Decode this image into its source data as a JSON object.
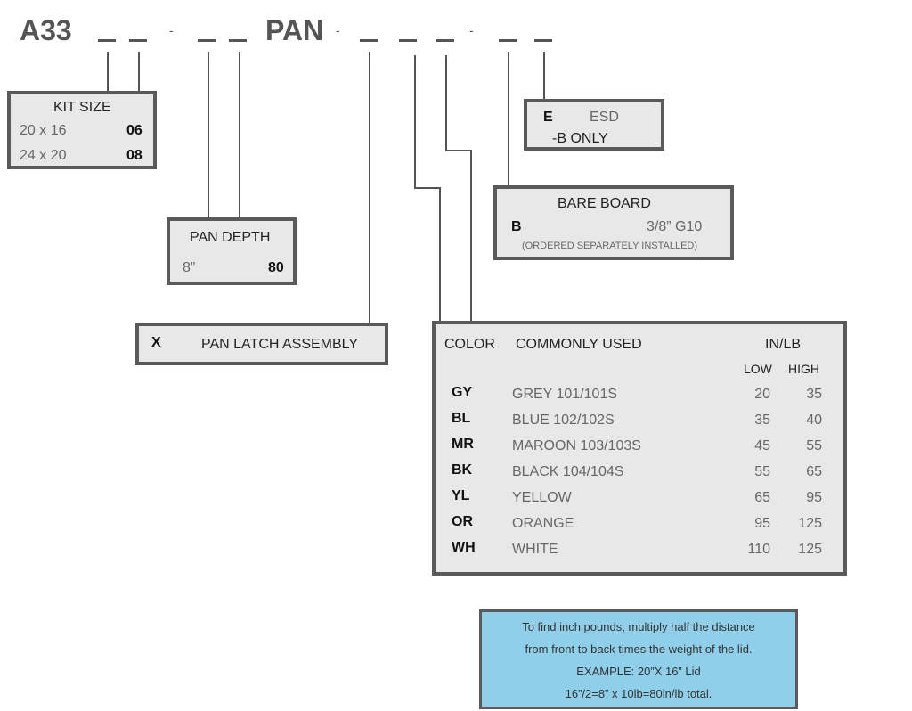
{
  "code": {
    "prefix": "A33",
    "middle": "PAN",
    "separator": "-"
  },
  "kit_size": {
    "title": "KIT SIZE",
    "rows": [
      {
        "size": "20 x 16",
        "code": "06"
      },
      {
        "size": "24 x 20",
        "code": "08"
      }
    ]
  },
  "pan_depth": {
    "title": "PAN DEPTH",
    "size": "8”",
    "code": "80"
  },
  "latch": {
    "code": "X",
    "label": "PAN LATCH ASSEMBLY"
  },
  "esd": {
    "code": "E",
    "label": "ESD",
    "note": "-B ONLY"
  },
  "bare_board": {
    "title": "BARE BOARD",
    "code": "B",
    "spec": "3/8” G10",
    "note": "(ORDERED SEPARATELY  INSTALLED)"
  },
  "color_table": {
    "headers": {
      "color": "COLOR",
      "used": "COMMONLY USED",
      "inlb": "IN/LB",
      "low": "LOW",
      "high": "HIGH"
    },
    "rows": [
      {
        "code": "GY",
        "name": "GREY   101/101S",
        "low": "20",
        "high": "35"
      },
      {
        "code": "BL",
        "name": "BLUE    102/102S",
        "low": "35",
        "high": "40"
      },
      {
        "code": "MR",
        "name": "MAROON 103/103S",
        "low": "45",
        "high": "55"
      },
      {
        "code": "BK",
        "name": "BLACK 104/104S",
        "low": "55",
        "high": "65"
      },
      {
        "code": "YL",
        "name": "YELLOW",
        "low": "65",
        "high": "95"
      },
      {
        "code": "OR",
        "name": "ORANGE",
        "low": "95",
        "high": "125"
      },
      {
        "code": "WH",
        "name": "WHITE",
        "low": "110",
        "high": "125"
      }
    ]
  },
  "note": {
    "line1": "To find inch pounds, multiply half the distance",
    "line2": "from front to back times the weight of the lid.",
    "line3": "EXAMPLE:  20”X 16” Lid",
    "line4": "16”/2=8” x 10lb=80in/lb total."
  },
  "colors": {
    "border": "#5a5a5a",
    "box": "#e8e8e8",
    "note": "#8fcfe9"
  }
}
